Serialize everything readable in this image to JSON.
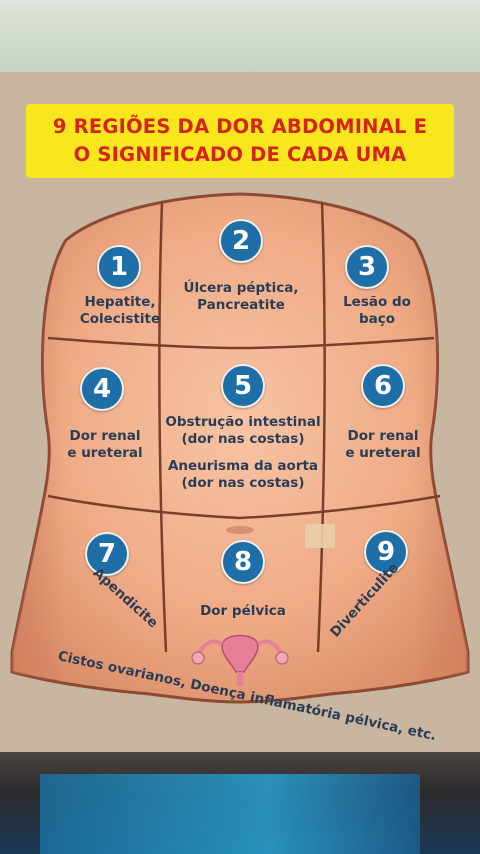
{
  "title": {
    "line1": "9 REGIÕES DA DOR ABDOMINAL E",
    "line2": "O SIGNIFICADO DE CADA UMA"
  },
  "regions": [
    {
      "number": "1",
      "label1": "Hepatite,",
      "label2": "Colecistite"
    },
    {
      "number": "2",
      "label1": "Úlcera péptica,",
      "label2": "Pancreatite"
    },
    {
      "number": "3",
      "label1": "Lesão do",
      "label2": "baço"
    },
    {
      "number": "4",
      "label1": "Dor renal",
      "label2": "e ureteral"
    },
    {
      "number": "5",
      "label1": "Obstrução intestinal",
      "label2": "(dor nas costas)",
      "label3": "Aneurisma da aorta",
      "label4": "(dor nas costas)"
    },
    {
      "number": "6",
      "label1": "Dor renal",
      "label2": "e ureteral"
    },
    {
      "number": "7",
      "label1": "Apendicite"
    },
    {
      "number": "8",
      "label1": "Dor pélvica"
    },
    {
      "number": "9",
      "label1": "Diverticulite"
    }
  ],
  "bottom_caption": "Cistos ovarianos, Doença inflamatória pélvica, etc.",
  "colors": {
    "title_bg": "#f8e71c",
    "title_text": "#d4241b",
    "badge": "#1e6fa8",
    "label_text": "#2b3d55",
    "skin": "#f0b28f"
  },
  "icons": [
    "uterus-icon"
  ]
}
